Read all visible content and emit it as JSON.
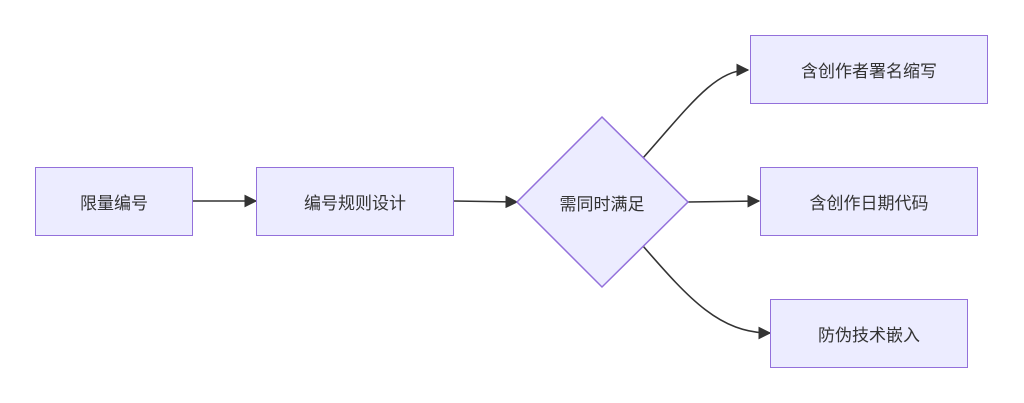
{
  "flowchart": {
    "nodes": {
      "limited_number": "限量编号",
      "numbering_rule": "编号规则设计",
      "decision": "需同时满足",
      "author_abbr": "含创作者署名缩写",
      "date_code": "含创作日期代码",
      "anti_counterfeit": "防伪技术嵌入"
    },
    "edges": [
      {
        "from": "limited_number",
        "to": "numbering_rule"
      },
      {
        "from": "numbering_rule",
        "to": "decision"
      },
      {
        "from": "decision",
        "to": "author_abbr"
      },
      {
        "from": "decision",
        "to": "date_code"
      },
      {
        "from": "decision",
        "to": "anti_counterfeit"
      }
    ],
    "colors": {
      "node_fill": "#ececff",
      "node_border": "#9370db",
      "edge": "#333333",
      "text": "#333333"
    }
  }
}
